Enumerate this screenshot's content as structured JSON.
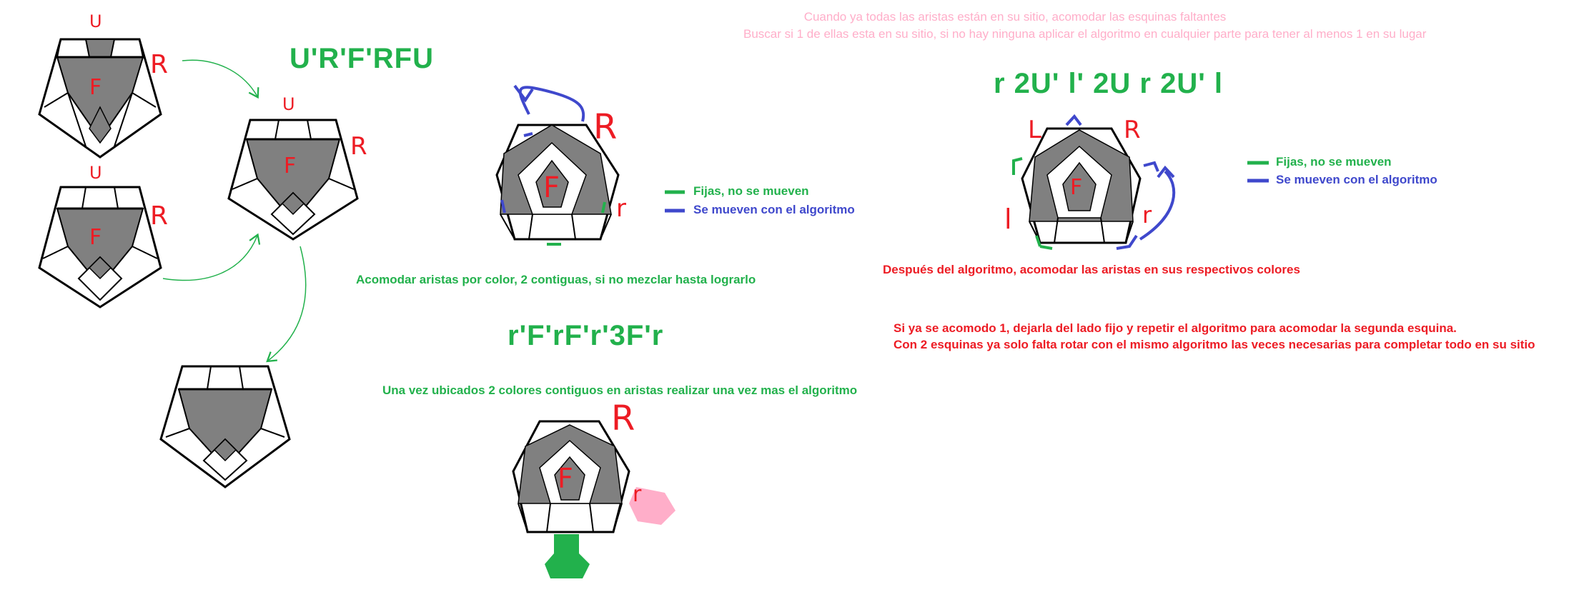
{
  "notes": {
    "pink_line1": "Cuando ya todas las aristas están en su sitio, acomodar las esquinas faltantes",
    "pink_line2": "Buscar si 1 de ellas esta en su sitio, si no hay ninguna aplicar el algoritmo en cualquier parte para tener al menos 1 en su lugar",
    "algorithm_edges_1": "U'R'F'RFU",
    "algorithm_edges_2": "r'F'rF'r'3F'r",
    "algorithm_corners": "r 2U' l' 2U r 2U' l",
    "edges_instruction": "Acomodar aristas por color, 2 contiguas, si no mezclar hasta lograrlo",
    "edges_instruction_2": "Una vez ubicados 2 colores contiguos en aristas realizar una vez mas el algoritmo",
    "after_algorithm": "Después del algoritmo, acomodar las aristas en sus respectivos colores",
    "repeat_line1": "Si ya se acomodo 1, dejarla del lado fijo y repetir el algoritmo para acomodar la segunda esquina.",
    "repeat_line2": "Con 2 esquinas ya solo falta rotar con el mismo algoritmo las veces necesarias para completar todo en su sitio"
  },
  "legend_1": {
    "fixed": "Fijas, no se mueven",
    "moving": "Se mueven con el algoritmo"
  },
  "legend_2": {
    "fixed": "Fijas, no se mueven",
    "moving": "Se mueven con el algoritmo"
  },
  "face_labels": {
    "up": "U",
    "right": "R",
    "front": "F",
    "left": "L",
    "r_lower": "r",
    "l_lower": "l"
  },
  "colors": {
    "green": "#22b14c",
    "blue": "#3f48cc",
    "red": "#ed1c24",
    "pink": "#ffaec9",
    "gray": "#808080"
  }
}
